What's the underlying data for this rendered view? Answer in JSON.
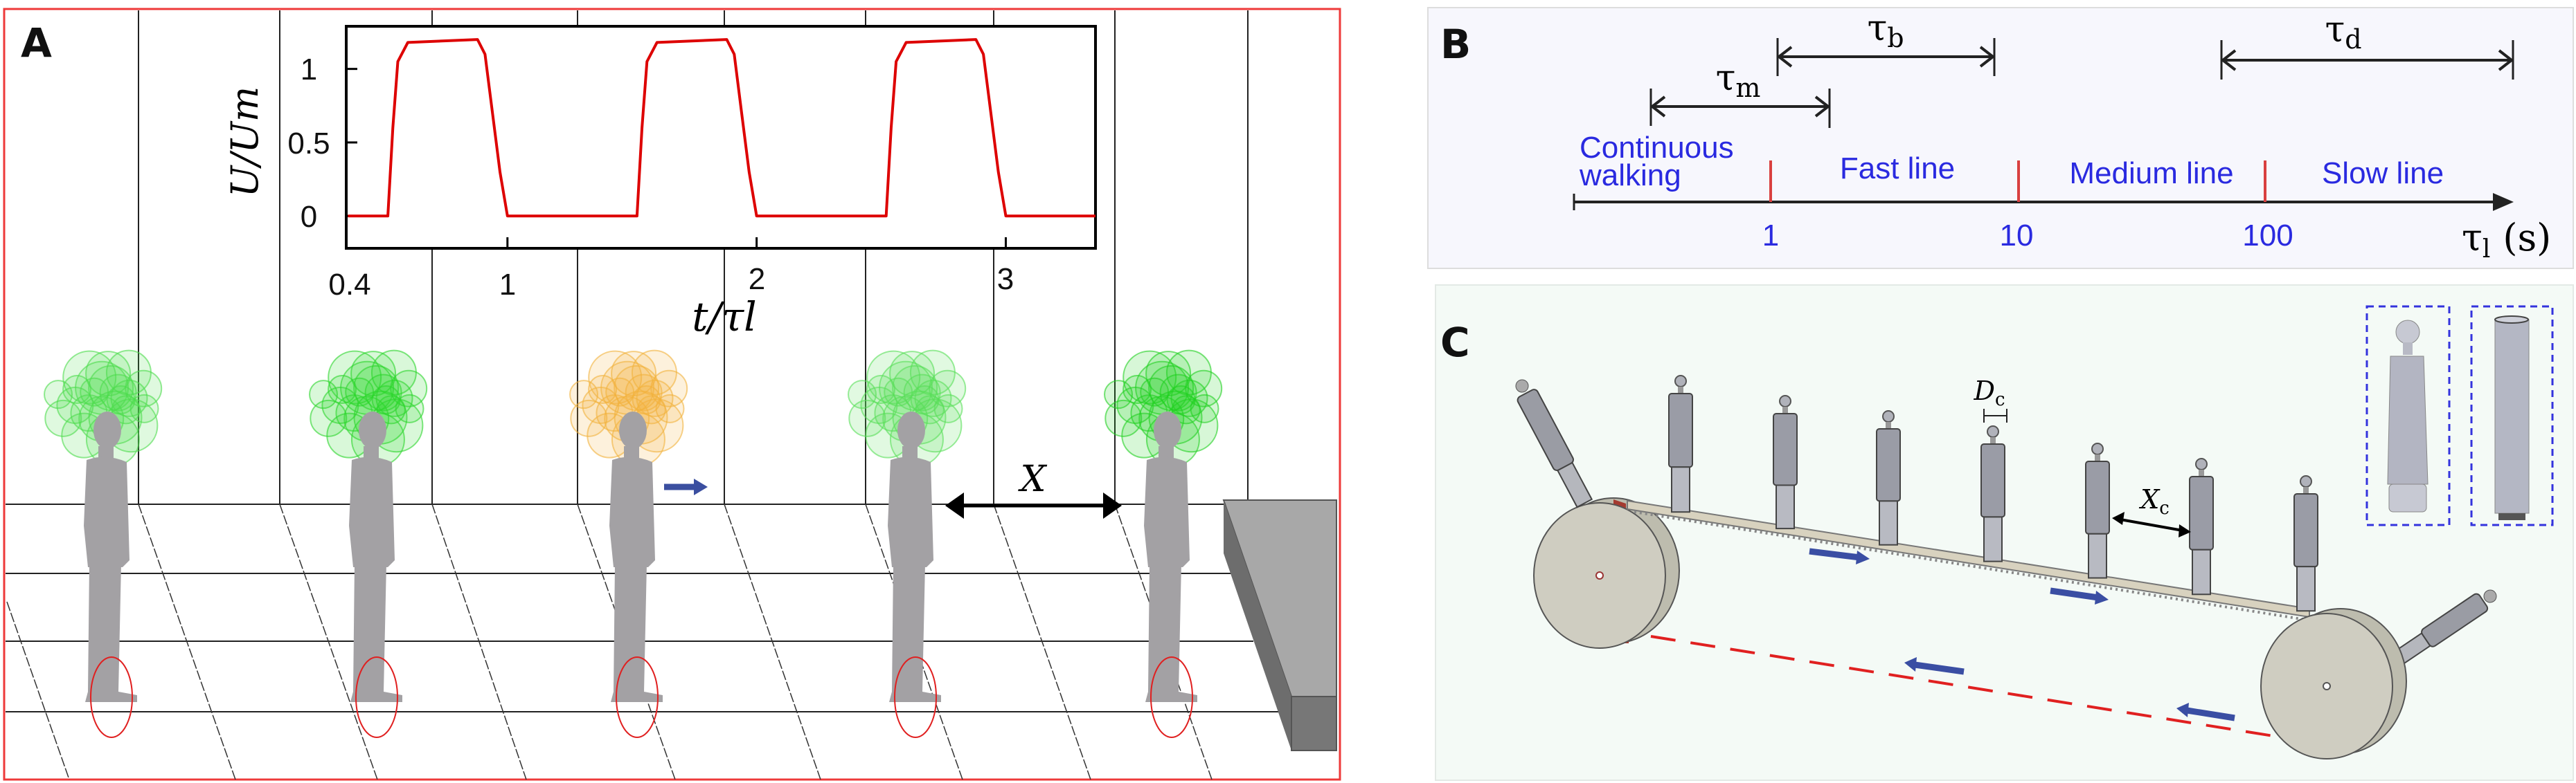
{
  "panels": {
    "a": "A",
    "b": "B",
    "c": "C"
  },
  "panel_a": {
    "spacing_label": "X",
    "cloud_colors": [
      "#4ddc4d",
      "#2bd62b",
      "#f2b23c",
      "#59df59",
      "#22d022"
    ],
    "ellipse_color": "#e02020",
    "arrow_color": "#3b4fa0"
  },
  "chart_data": {
    "type": "line",
    "title": "",
    "xlabel": "t/τl",
    "ylabel": "U/Um",
    "xlim": [
      0.353,
      3.36
    ],
    "ylim": [
      -0.22,
      1.29
    ],
    "x_ticks": [
      {
        "value": 1,
        "label": "1"
      },
      {
        "value": 2,
        "label": "2"
      },
      {
        "value": 3,
        "label": "3"
      }
    ],
    "x_start_label": "0.4",
    "y_ticks": [
      {
        "value": 0,
        "label": "0"
      },
      {
        "value": 0.5,
        "label": "0.5"
      },
      {
        "value": 1,
        "label": "1"
      }
    ],
    "grid": false,
    "series": [
      {
        "name": "U/Um",
        "color": "#dd0000",
        "x": [
          0.36,
          0.52,
          0.54,
          0.56,
          0.6,
          0.88,
          0.91,
          0.94,
          0.97,
          1.0,
          1.52,
          1.54,
          1.56,
          1.6,
          1.88,
          1.91,
          1.94,
          1.97,
          2.0,
          2.52,
          2.54,
          2.56,
          2.6,
          2.88,
          2.91,
          2.94,
          2.97,
          3.0,
          3.36
        ],
        "y": [
          0,
          0,
          0.6,
          1.05,
          1.18,
          1.2,
          1.1,
          0.7,
          0.3,
          0,
          0,
          0.6,
          1.05,
          1.18,
          1.2,
          1.1,
          0.7,
          0.3,
          0,
          0,
          0.6,
          1.05,
          1.18,
          1.2,
          1.1,
          0.7,
          0.3,
          0,
          0
        ]
      }
    ]
  },
  "panel_b": {
    "tau_m": "τ",
    "tau_m_sub": "m",
    "tau_b": "τ",
    "tau_b_sub": "b",
    "tau_d": "τ",
    "tau_d_sub": "d",
    "regimes": [
      "Continuous",
      "walking",
      "Fast line",
      "Medium line",
      "Slow line"
    ],
    "axis_ticks": [
      "1",
      "10",
      "100"
    ],
    "axis_label": "τ",
    "axis_label_sub": "l",
    "axis_unit": "(s)"
  },
  "panel_c": {
    "dc_label": "D",
    "dc_sub": "c",
    "xc_label": "X",
    "xc_sub": "c"
  }
}
